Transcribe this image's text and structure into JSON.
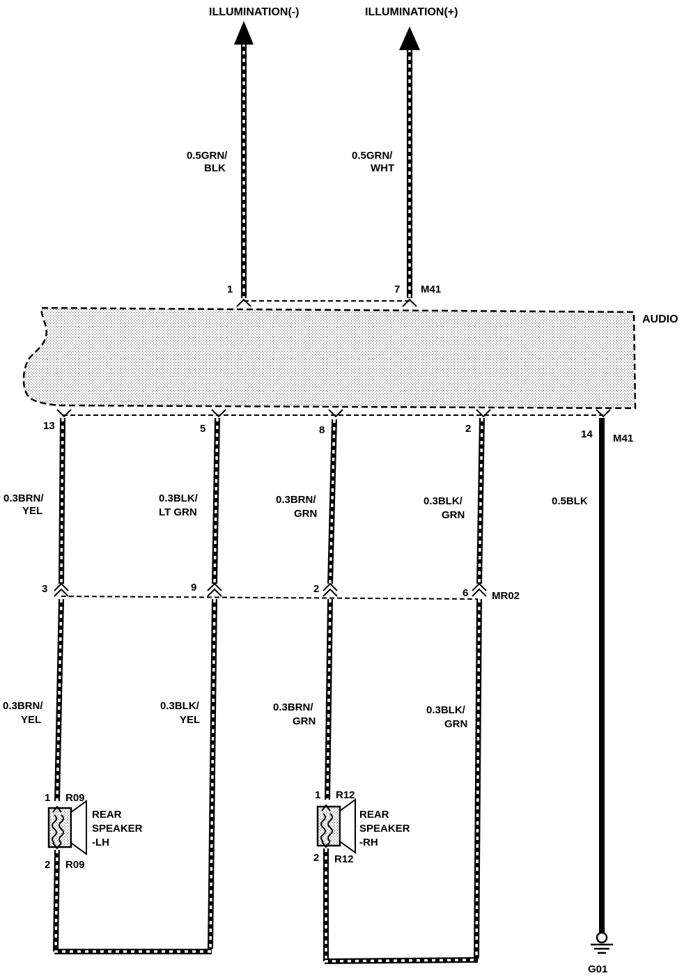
{
  "arrows": {
    "ill_neg": "ILLUMINATION(-)",
    "ill_pos": "ILLUMINATION(+)"
  },
  "top_wires": {
    "neg": [
      "0.5GRN/",
      "BLK"
    ],
    "pos": [
      "0.5GRN/",
      "WHT"
    ]
  },
  "audio": {
    "label": "AUDIO",
    "connector": "M41",
    "connector_bottom": "M41",
    "top_pins": [
      "1",
      "7"
    ],
    "bottom_pins": [
      "13",
      "5",
      "8",
      "2",
      "14"
    ]
  },
  "upper_wires": [
    [
      "0.3BRN/",
      "YEL"
    ],
    [
      "0.3BLK/",
      "LT GRN"
    ],
    [
      "0.3BRN/",
      "GRN"
    ],
    [
      "0.3BLK/",
      "GRN"
    ],
    [
      "0.5BLK"
    ]
  ],
  "mid_connector": {
    "label": "MR02",
    "pins": [
      "3",
      "9",
      "2",
      "6"
    ]
  },
  "lower_wires": [
    [
      "0.3BRN/",
      "YEL"
    ],
    [
      "0.3BLK/",
      "YEL"
    ],
    [
      "0.3BRN/",
      "GRN"
    ],
    [
      "0.3BLK/",
      "GRN"
    ]
  ],
  "speakers": {
    "lh": {
      "pin_top": "1",
      "pin_bottom": "2",
      "conn_top": "R09",
      "conn_bottom": "R09",
      "label": [
        "REAR",
        "SPEAKER",
        "-LH"
      ]
    },
    "rh": {
      "pin_top": "1",
      "pin_bottom": "2",
      "conn_top": "R12",
      "conn_bottom": "R12",
      "label": [
        "REAR",
        "SPEAKER",
        "-RH"
      ]
    }
  },
  "ground": {
    "label": "G01"
  }
}
